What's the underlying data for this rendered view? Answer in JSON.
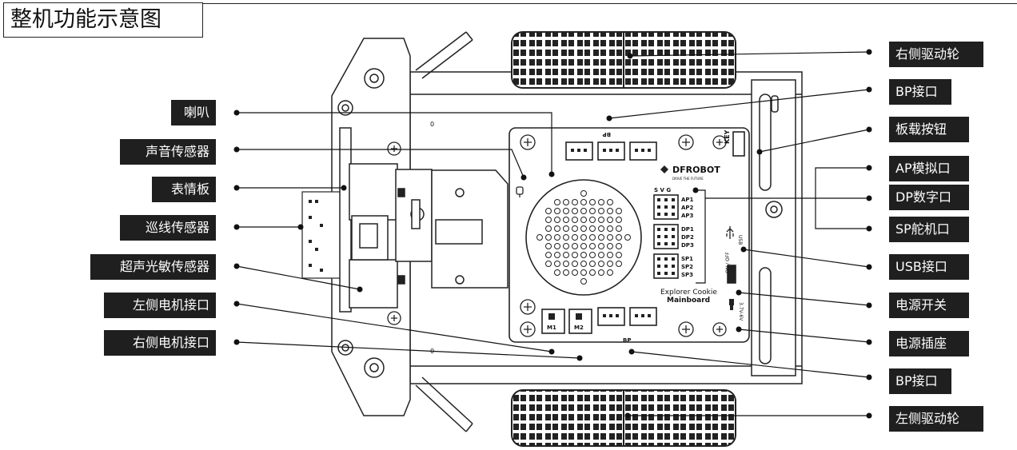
{
  "title": "整机功能示意图",
  "labels_left": [
    "喇叭",
    "声音传感器",
    "表情板",
    "巡线传感器",
    "超声光敏传感器",
    "左侧电机接口",
    "右侧电机接口"
  ],
  "labels_right": [
    "右侧驱动轮",
    "BP接口",
    "板载按钮",
    "AP模拟口",
    "DP数字口",
    "SP舵机口",
    "USB接口",
    "电源开关",
    "电源插座",
    "BP接口",
    "左侧驱动轮"
  ],
  "board": {
    "brand": "DFROBOT",
    "tagline": "DRIVE THE FUTURE",
    "name_line1": "Explorer Cookie",
    "name_line2": "Mainboard",
    "key": "KEY",
    "svg_header": "S  V  G",
    "ap_pins": [
      "AP1",
      "AP2",
      "AP3"
    ],
    "dp_pins": [
      "DP1",
      "DP2",
      "DP3"
    ],
    "sp_pins": [
      "SP1",
      "SP2",
      "SP3"
    ],
    "bp_top": "BP",
    "bp_bottom": "BP",
    "m1": "M1",
    "m2": "M2",
    "usb": "USB",
    "switch": "ON / OFF",
    "voltage": "3.7V-6V",
    "chassis_mark_1": "0",
    "chassis_mark_2": "0"
  }
}
